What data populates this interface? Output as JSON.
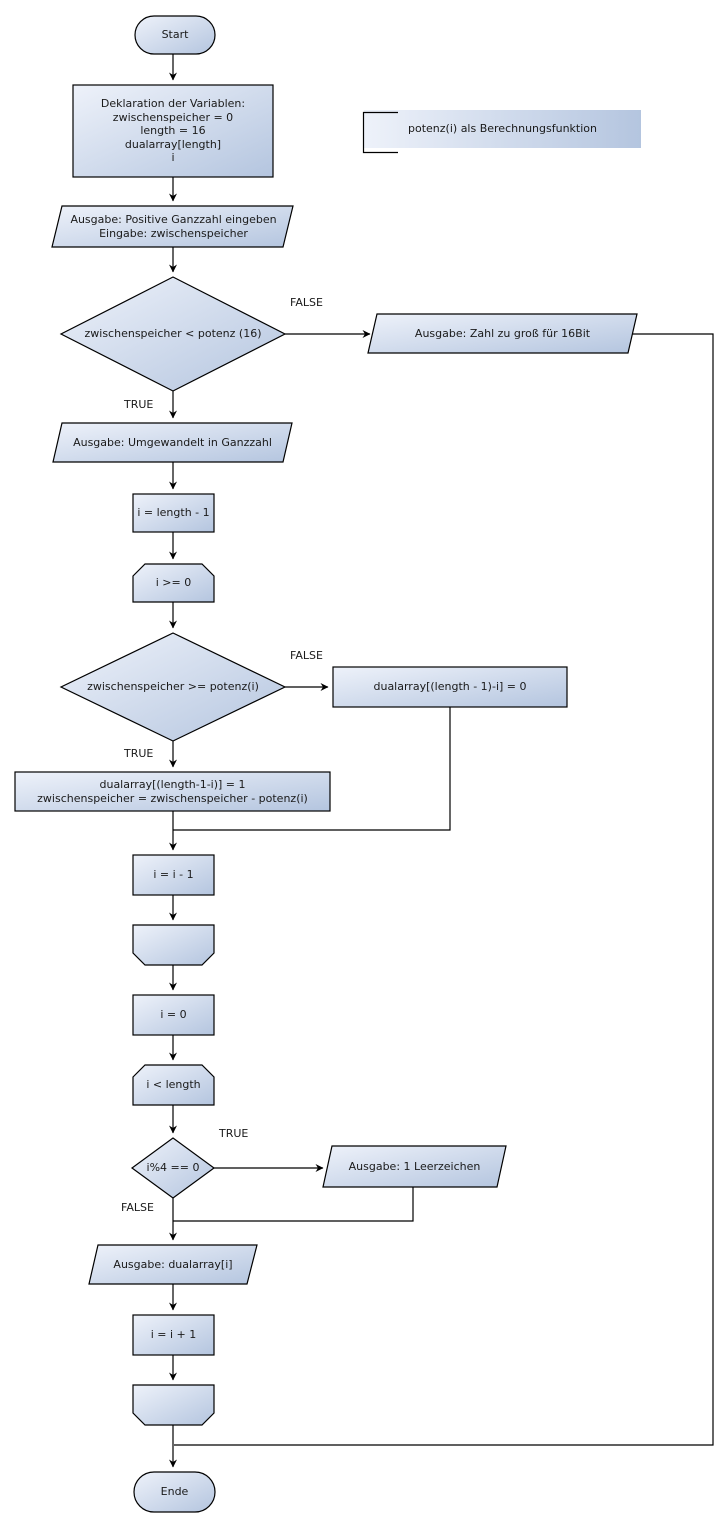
{
  "diagram": {
    "colors": {
      "node_fill_light": "#eef2fa",
      "node_fill_dark": "#b4c5df",
      "node_border": "#000000",
      "connector": "#000000",
      "text": "#1a1a1a",
      "background": "#ffffff"
    },
    "legend": {
      "label": "potenz(i) als Berechnungsfunktion"
    },
    "nodes": {
      "start": {
        "type": "terminator",
        "label": "Start"
      },
      "declaration": {
        "type": "process",
        "label": "Deklaration der Variablen:\nzwischenspeicher = 0\nlength = 16\ndualarray[length]\ni"
      },
      "input_number": {
        "type": "input-output",
        "label": "Ausgabe: Positive Ganzzahl eingeben\nEingabe: zwischenspeicher"
      },
      "check_16bit": {
        "type": "decision",
        "label": "zwischenspeicher < potenz (16)"
      },
      "too_big": {
        "type": "input-output",
        "label": "Ausgabe: Zahl zu groß für 16Bit"
      },
      "converted": {
        "type": "input-output",
        "label": "Ausgabe: Umgewandelt in Ganzzahl"
      },
      "init_i": {
        "type": "process",
        "label": "i = length - 1"
      },
      "loop1_start": {
        "type": "loop-limit",
        "label": "i >= 0"
      },
      "check_potenz": {
        "type": "decision",
        "label": "zwischenspeicher >= potenz(i)"
      },
      "set_zero": {
        "type": "process",
        "label": "dualarray[(length - 1)-i] = 0"
      },
      "set_one": {
        "type": "process",
        "label": "dualarray[(length-1-i)] = 1\nzwischenspeicher = zwischenspeicher - potenz(i)"
      },
      "decrement_i": {
        "type": "process",
        "label": "i = i - 1"
      },
      "loop1_end": {
        "type": "loop-limit-end",
        "label": ""
      },
      "reset_i": {
        "type": "process",
        "label": "i = 0"
      },
      "loop2_start": {
        "type": "loop-limit",
        "label": "i < length"
      },
      "check_mod4": {
        "type": "decision",
        "label": "i%4 == 0"
      },
      "space_out": {
        "type": "input-output",
        "label": "Ausgabe: 1 Leerzeichen"
      },
      "print_digit": {
        "type": "input-output",
        "label": "Ausgabe: dualarray[i]"
      },
      "increment_i": {
        "type": "process",
        "label": "i = i + 1"
      },
      "loop2_end": {
        "type": "loop-limit-end",
        "label": ""
      },
      "ende": {
        "type": "terminator",
        "label": "Ende"
      }
    },
    "branch_labels": {
      "check_16bit_false": "FALSE",
      "check_16bit_true": "TRUE",
      "check_potenz_false": "FALSE",
      "check_potenz_true": "TRUE",
      "check_mod4_true": "TRUE",
      "check_mod4_false": "FALSE"
    }
  }
}
